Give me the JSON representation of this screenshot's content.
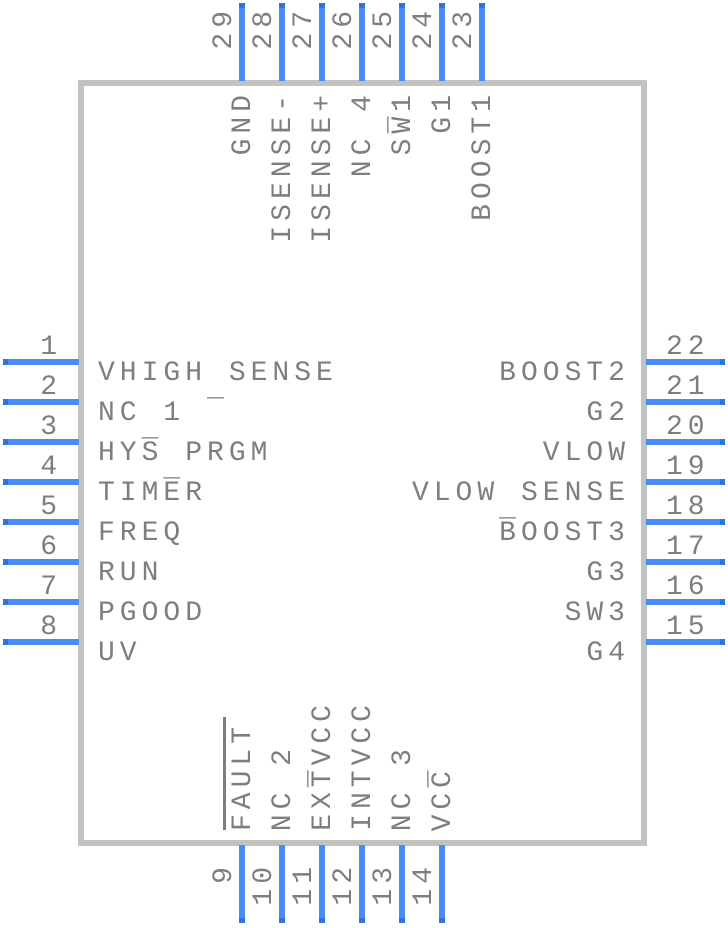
{
  "component": {
    "body_fill": "#ffffff",
    "body_border_color": "#c2c2c2",
    "pin_color": "#4a8cf3",
    "pin_tip_color": "#2e6fe3",
    "text_color": "#7e7e7e"
  },
  "pins": {
    "left": [
      {
        "number": "1",
        "label": "VHIGH_SENSE"
      },
      {
        "number": "2",
        "label": "NC_1"
      },
      {
        "number": "3",
        "label": "HYS_PRGM"
      },
      {
        "number": "4",
        "label": "TIMER"
      },
      {
        "number": "5",
        "label": "FREQ"
      },
      {
        "number": "6",
        "label": "RUN"
      },
      {
        "number": "7",
        "label": "PGOOD"
      },
      {
        "number": "8",
        "label": "UV"
      }
    ],
    "right": [
      {
        "number": "22",
        "label": "BOOST2"
      },
      {
        "number": "21",
        "label": "G2"
      },
      {
        "number": "20",
        "label": "VLOW"
      },
      {
        "number": "19",
        "label": "VLOW_SENSE"
      },
      {
        "number": "18",
        "label": "BOOST3"
      },
      {
        "number": "17",
        "label": "G3"
      },
      {
        "number": "16",
        "label": "SW3"
      },
      {
        "number": "15",
        "label": "G4"
      }
    ],
    "top": [
      {
        "number": "29",
        "label": "GND"
      },
      {
        "number": "28",
        "label": "ISENSE-"
      },
      {
        "number": "27",
        "label": "ISENSE+"
      },
      {
        "number": "26",
        "label": "NC_4"
      },
      {
        "number": "25",
        "label": "SW1"
      },
      {
        "number": "24",
        "label": "G1"
      },
      {
        "number": "23",
        "label": "BOOST1"
      }
    ],
    "bottom": [
      {
        "number": "9",
        "label": "FAULT",
        "overline": true
      },
      {
        "number": "10",
        "label": "NC_2"
      },
      {
        "number": "11",
        "label": "EXTVCC"
      },
      {
        "number": "12",
        "label": "INTVCC"
      },
      {
        "number": "13",
        "label": "NC_3"
      },
      {
        "number": "14",
        "label": "VCC"
      }
    ]
  }
}
